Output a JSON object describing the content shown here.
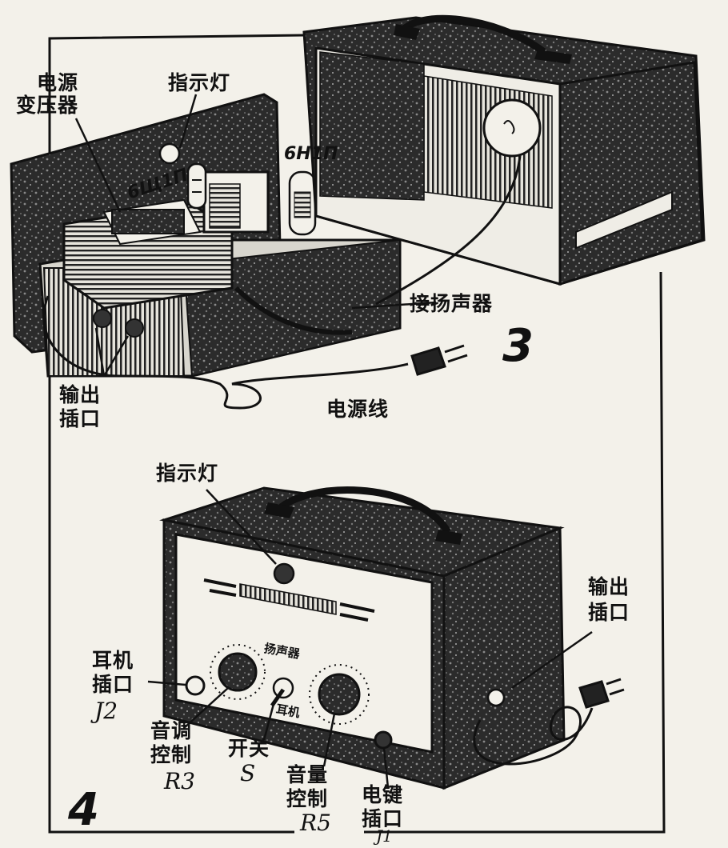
{
  "figure3": {
    "number": "3",
    "labels": {
      "power_transformer": [
        "电源",
        "变压器"
      ],
      "indicator_lamp": "指示灯",
      "tube_left": "6Щ1П",
      "tube_right": "6Н1П",
      "to_speaker": "接扬声器",
      "power_cord": "电源线",
      "output_jack": [
        "输出",
        "插口"
      ]
    }
  },
  "figure4": {
    "number": "4",
    "labels": {
      "indicator_lamp": "指示灯",
      "output_jack": [
        "输出",
        "插口"
      ],
      "earphone_jack": [
        "耳机",
        "插口"
      ],
      "earphone_jack_symbol": "J2",
      "tone_control": [
        "音调",
        "控制"
      ],
      "tone_control_symbol": "R3",
      "switch": "开关",
      "switch_symbol": "S",
      "volume_control": [
        "音量",
        "控制"
      ],
      "volume_control_symbol": "R5",
      "key_jack": [
        "电键",
        "插口"
      ],
      "key_jack_symbol": "J1",
      "panel_speaker": "扬声器",
      "panel_earphone": "耳机"
    }
  }
}
